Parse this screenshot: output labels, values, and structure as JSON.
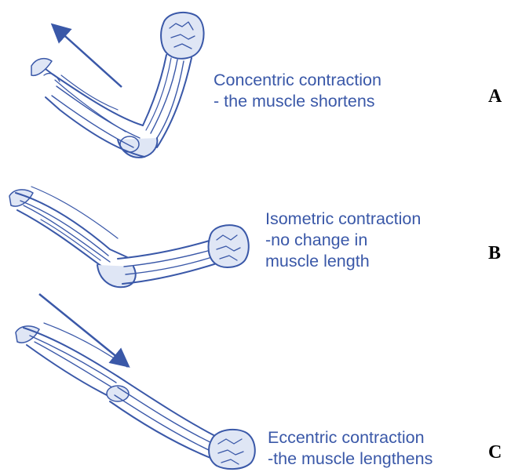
{
  "colors": {
    "ink": "#3a58a8",
    "ink_light": "#5b78c2",
    "fill": "#dfe6f5",
    "label": "#000000",
    "background": "#ffffff"
  },
  "panels": [
    {
      "letter": "A",
      "caption_lines": [
        "Concentric contraction",
        "- the muscle shortens"
      ],
      "illustration": "arm-flexed-icon",
      "arrow": "arrow-up-left"
    },
    {
      "letter": "B",
      "caption_lines": [
        "Isometric contraction",
        "-no change in",
        "muscle length"
      ],
      "illustration": "arm-horizontal-icon",
      "arrow": null
    },
    {
      "letter": "C",
      "caption_lines": [
        "Eccentric contraction",
        "-the muscle lengthens"
      ],
      "illustration": "arm-extended-icon",
      "arrow": "arrow-down-right"
    }
  ]
}
